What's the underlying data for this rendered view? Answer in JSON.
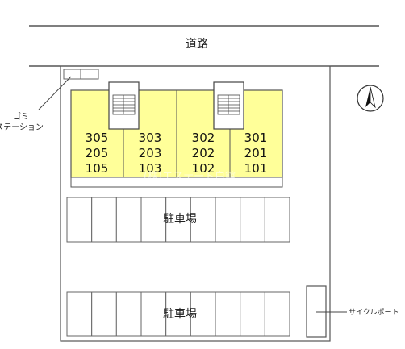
{
  "road_label": "道路",
  "garbage_label_line1": "ゴミ",
  "garbage_label_line2": "ステーション",
  "bicycle_label": "サイクルポート",
  "parking_label_upper": "駐車場",
  "parking_label_lower": "駐車場",
  "watermark": "(株)エステート白館",
  "units": [
    [
      "305",
      "205",
      "105"
    ],
    [
      "303",
      "203",
      "103"
    ],
    [
      "302",
      "202",
      "102"
    ],
    [
      "301",
      "201",
      "101"
    ]
  ],
  "parking_spaces_upper": 9,
  "parking_spaces_lower": 9,
  "colors": {
    "building": "#ffff99",
    "outline": "#555555",
    "road_line": "#333333",
    "background": "#ffffff"
  },
  "icons": {
    "north": "north-arrow-icon",
    "stairs": "stairs-icon"
  }
}
